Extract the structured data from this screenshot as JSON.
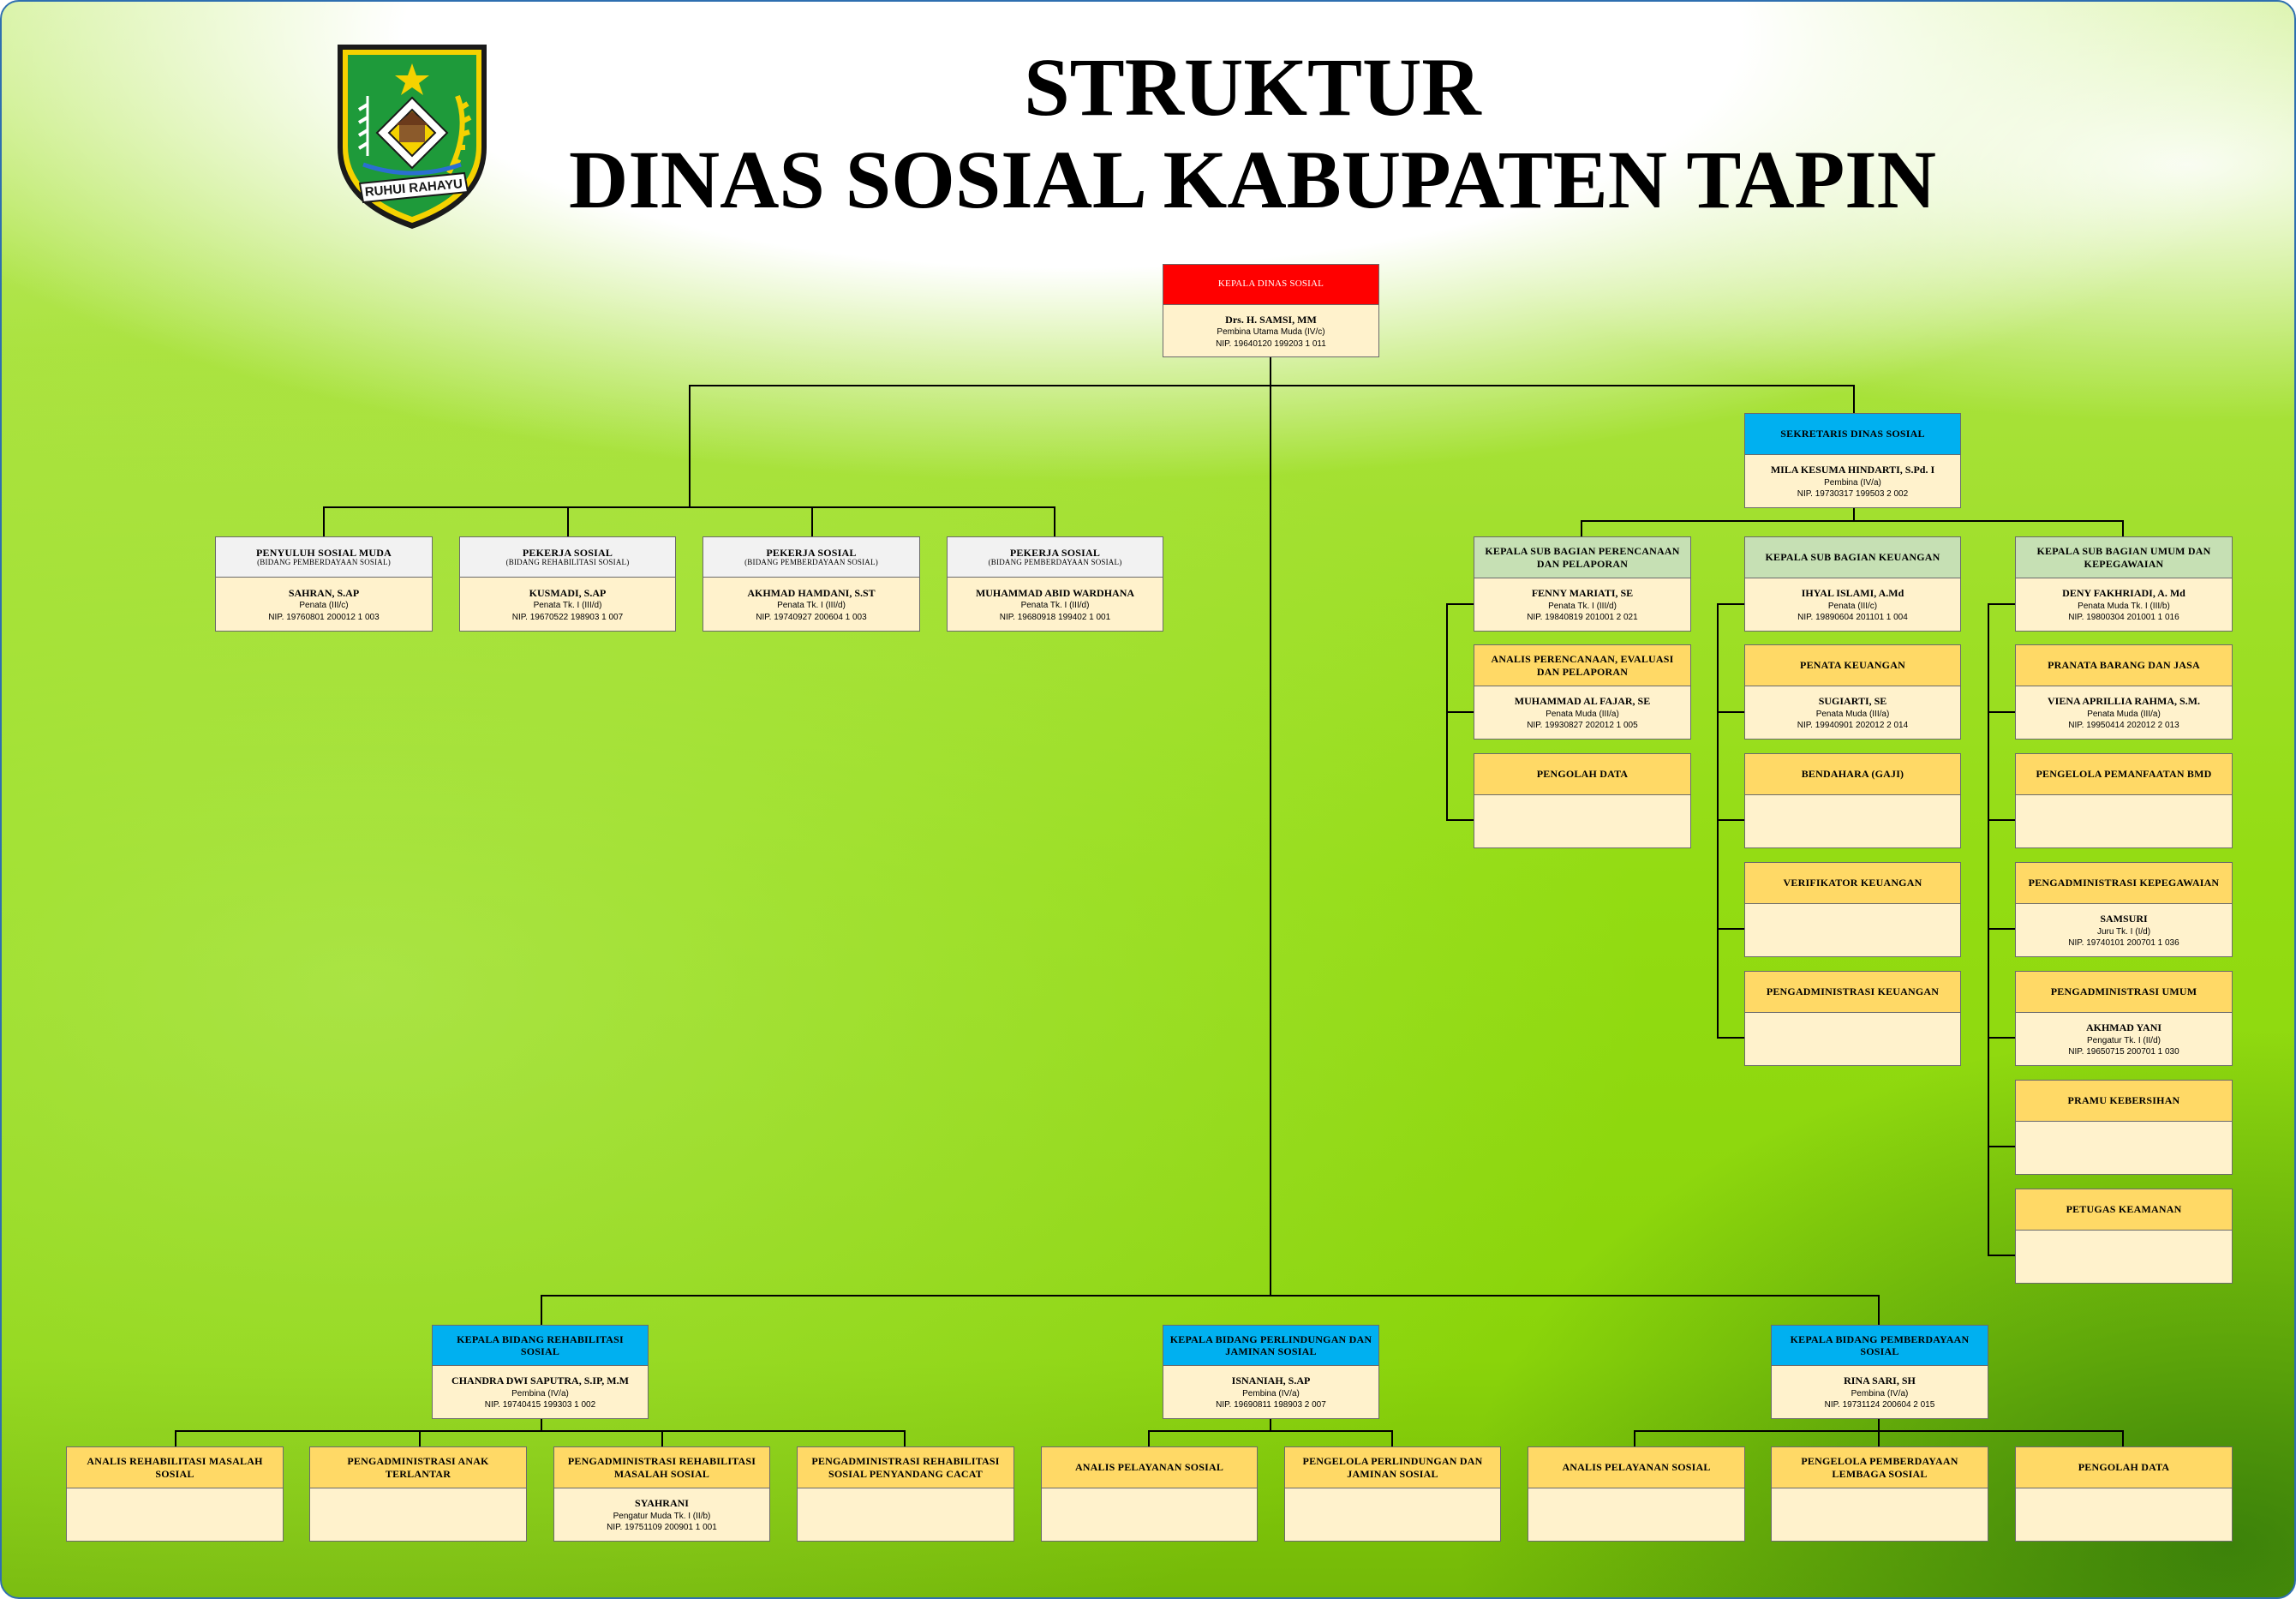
{
  "title_line1": "STRUKTUR",
  "title_line2": "DINAS SOSIAL KABUPATEN TAPIN",
  "logo_text": "RUHUI RAHAYU",
  "colors": {
    "head": "#ff0000",
    "bidang": "#00b0f0",
    "subbagian": "#c6e0b4",
    "staff": "#ffd966",
    "fungsional": "#f2f2f2",
    "box_fill": "#fff2cc"
  },
  "kepala": {
    "title": "KEPALA DINAS SOSIAL",
    "name": "Drs. H. SAMSI, MM",
    "rank": "Pembina Utama Muda (IV/c)",
    "nip": "NIP. 19640120 199203 1 011"
  },
  "fungsional": [
    {
      "title": "PENYULUH SOSIAL MUDA",
      "subtitle": "(BIDANG PEMBERDAYAAN SOSIAL)",
      "name": "SAHRAN, S.AP",
      "rank": "Penata (III/c)",
      "nip": "NIP. 19760801 200012 1 003"
    },
    {
      "title": "PEKERJA SOSIAL",
      "subtitle": "(BIDANG REHABILITASI SOSIAL)",
      "name": "KUSMADI, S.AP",
      "rank": "Penata Tk. I (III/d)",
      "nip": "NIP. 19670522 198903 1 007"
    },
    {
      "title": "PEKERJA SOSIAL",
      "subtitle": "(BIDANG PEMBERDAYAAN SOSIAL)",
      "name": "AKHMAD HAMDANI, S.ST",
      "rank": "Penata Tk. I (III/d)",
      "nip": "NIP. 19740927 200604 1 003"
    },
    {
      "title": "PEKERJA SOSIAL",
      "subtitle": "(BIDANG PEMBERDAYAAN SOSIAL)",
      "name": "MUHAMMAD ABID WARDHANA",
      "rank": "Penata Tk. I (III/d)",
      "nip": "NIP. 19680918 199402 1 001"
    }
  ],
  "sekretaris": {
    "title": "SEKRETARIS DINAS SOSIAL",
    "name": "MILA KESUMA HINDARTI, S.Pd. I",
    "rank": "Pembina (IV/a)",
    "nip": "NIP. 19730317 199503 2 002"
  },
  "subbag_perencanaan": {
    "head": {
      "title": "KEPALA SUB BAGIAN PERENCANAAN DAN PELAPORAN",
      "name": "FENNY MARIATI, SE",
      "rank": "Penata Tk. I (III/d)",
      "nip": "NIP. 19840819 201001 2 021"
    },
    "staff": [
      {
        "title": "ANALIS PERENCANAAN, EVALUASI DAN PELAPORAN",
        "name": "MUHAMMAD AL FAJAR, SE",
        "rank": "Penata Muda (III/a)",
        "nip": "NIP. 19930827 202012 1 005"
      },
      {
        "title": "PENGOLAH DATA",
        "name": "",
        "rank": "",
        "nip": ""
      }
    ]
  },
  "subbag_keuangan": {
    "head": {
      "title": "KEPALA SUB BAGIAN KEUANGAN",
      "name": "IHYAL ISLAMI, A.Md",
      "rank": "Penata (III/c)",
      "nip": "NIP. 19890604 201101 1 004"
    },
    "staff": [
      {
        "title": "PENATA KEUANGAN",
        "name": "SUGIARTI, SE",
        "rank": "Penata Muda (III/a)",
        "nip": "NIP. 19940901 202012 2 014"
      },
      {
        "title": "BENDAHARA (GAJI)",
        "name": "",
        "rank": "",
        "nip": ""
      },
      {
        "title": "VERIFIKATOR KEUANGAN",
        "name": "",
        "rank": "",
        "nip": ""
      },
      {
        "title": "PENGADMINISTRASI KEUANGAN",
        "name": "",
        "rank": "",
        "nip": ""
      }
    ]
  },
  "subbag_umum": {
    "head": {
      "title": "KEPALA SUB BAGIAN UMUM DAN KEPEGAWAIAN",
      "name": "DENY FAKHRIADI, A. Md",
      "rank": "Penata Muda Tk. I (III/b)",
      "nip": "NIP. 19800304 201001 1 016"
    },
    "staff": [
      {
        "title": "PRANATA BARANG DAN JASA",
        "name": "VIENA APRILLIA RAHMA, S.M.",
        "rank": "Penata Muda (III/a)",
        "nip": "NIP. 19950414 202012 2 013"
      },
      {
        "title": "PENGELOLA PEMANFAATAN BMD",
        "name": "",
        "rank": "",
        "nip": ""
      },
      {
        "title": "PENGADMINISTRASI KEPEGAWAIAN",
        "name": "SAMSURI",
        "rank": "Juru Tk. I (I/d)",
        "nip": "NIP. 19740101 200701 1 036"
      },
      {
        "title": "PENGADMINISTRASI UMUM",
        "name": "AKHMAD YANI",
        "rank": "Pengatur Tk. I (II/d)",
        "nip": "NIP. 19650715 200701 1 030"
      },
      {
        "title": "PRAMU KEBERSIHAN",
        "name": "",
        "rank": "",
        "nip": ""
      },
      {
        "title": "PETUGAS KEAMANAN",
        "name": "",
        "rank": "",
        "nip": ""
      }
    ]
  },
  "bidang": [
    {
      "title": "KEPALA BIDANG REHABILITASI SOSIAL",
      "name": "CHANDRA DWI SAPUTRA, S.IP, M.M",
      "rank": "Pembina (IV/a)",
      "nip": "NIP. 19740415 199303 1 002"
    },
    {
      "title": "KEPALA BIDANG PERLINDUNGAN DAN JAMINAN SOSIAL",
      "name": "ISNANIAH, S.AP",
      "rank": "Pembina (IV/a)",
      "nip": "NIP. 19690811 198903 2 007"
    },
    {
      "title": "KEPALA BIDANG PEMBERDAYAAN SOSIAL",
      "name": "RINA SARI, SH",
      "rank": "Pembina (IV/a)",
      "nip": "NIP. 19731124 200604 2 015"
    }
  ],
  "bidang_staff": [
    {
      "title": "ANALIS REHABILITASI MASALAH SOSIAL",
      "name": "",
      "rank": "",
      "nip": ""
    },
    {
      "title": "PENGADMINISTRASI ANAK TERLANTAR",
      "name": "",
      "rank": "",
      "nip": ""
    },
    {
      "title": "PENGADMINISTRASI REHABILITASI MASALAH SOSIAL",
      "name": "SYAHRANI",
      "rank": "Pengatur Muda Tk. I (II/b)",
      "nip": "NIP. 19751109 200901 1 001"
    },
    {
      "title": "PENGADMINISTRASI REHABILITASI SOSIAL PENYANDANG CACAT",
      "name": "",
      "rank": "",
      "nip": ""
    },
    {
      "title": "ANALIS PELAYANAN SOSIAL",
      "name": "",
      "rank": "",
      "nip": ""
    },
    {
      "title": "PENGELOLA PERLINDUNGAN DAN JAMINAN SOSIAL",
      "name": "",
      "rank": "",
      "nip": ""
    },
    {
      "title": "ANALIS PELAYANAN SOSIAL",
      "name": "",
      "rank": "",
      "nip": ""
    },
    {
      "title": "PENGELOLA PEMBERDAYAAN LEMBAGA SOSIAL",
      "name": "",
      "rank": "",
      "nip": ""
    },
    {
      "title": "PENGOLAH DATA",
      "name": "",
      "rank": "",
      "nip": ""
    }
  ]
}
